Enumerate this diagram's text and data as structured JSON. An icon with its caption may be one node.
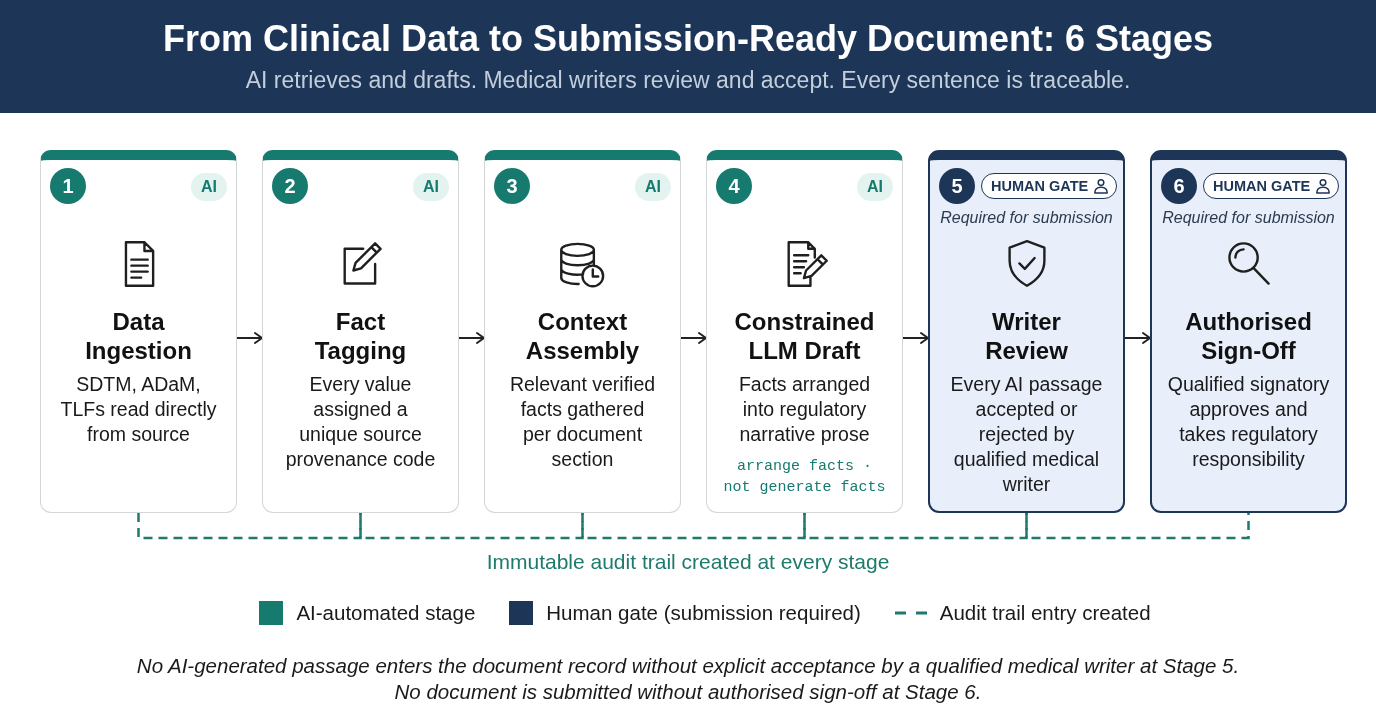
{
  "diagram": {
    "title": "From Clinical Data to Submission-Ready Document: 6 Stages",
    "nodes": [
      {
        "text": [
          "1",
          "AI",
          "Data Ingestion",
          "SDTM, ADaM, TLFs read directly from source"
        ]
      },
      {
        "text": [
          "2",
          "AI",
          "Fact Tagging",
          "Every value assigned a unique source provenance code"
        ]
      },
      {
        "text": [
          "3",
          "AI",
          "Context Assembly",
          "Relevant verified facts gathered per document section"
        ]
      },
      {
        "text": [
          "4",
          "AI",
          "Constrained LLM Draft",
          "Facts arranged into regulatory narrative prose",
          "arrange facts · not generate facts"
        ]
      },
      {
        "text": [
          "5",
          "HUMAN GATE",
          "Required for submission",
          "Writer Review",
          "Every AI passage accepted or rejected by qualified medical writer"
        ]
      },
      {
        "text": [
          "6",
          "HUMAN GATE",
          "Required for submission",
          "Authorised Sign-Off",
          "Qualified signatory approves and takes regulatory responsibility"
        ]
      }
    ],
    "edges": [
      {
        "from": 0,
        "to": 1,
        "arrow": "to"
      },
      {
        "from": 1,
        "to": 2,
        "arrow": "to"
      },
      {
        "from": 2,
        "to": 3,
        "arrow": "to"
      },
      {
        "from": 3,
        "to": 4,
        "arrow": "to"
      },
      {
        "from": 4,
        "to": 5,
        "arrow": "to"
      },
      {
        "from": 0,
        "to": 1,
        "arrow": "none",
        "style": "dashed",
        "color": "#1e7a6c"
      },
      {
        "from": 1,
        "to": 2,
        "arrow": "none",
        "style": "dashed",
        "color": "#1e7a6c"
      },
      {
        "from": 2,
        "to": 3,
        "arrow": "none",
        "style": "dashed",
        "color": "#1e7a6c"
      },
      {
        "from": 3,
        "to": 4,
        "arrow": "none",
        "style": "dashed",
        "color": "#1e7a6c"
      },
      {
        "from": 4,
        "to": 5,
        "arrow": "none",
        "style": "dashed",
        "color": "#1e7a6c"
      }
    ],
    "labels": [
      "AI retrieves and drafts. Medical writers review and accept. Every sentence is traceable.",
      "Immutable audit trail created at every stage",
      "No AI-generated passage enters the document record without explicit acceptance by a qualified medical writer at Stage 5.",
      "No document is submitted without authorised sign-off at Stage 6."
    ],
    "legend": [
      {
        "text": "AI-automated stage",
        "color": "#167a6e"
      },
      {
        "text": "Human gate (submission required)",
        "color": "#1d3557"
      },
      {
        "text": "Audit trail entry created"
      }
    ]
  }
}
